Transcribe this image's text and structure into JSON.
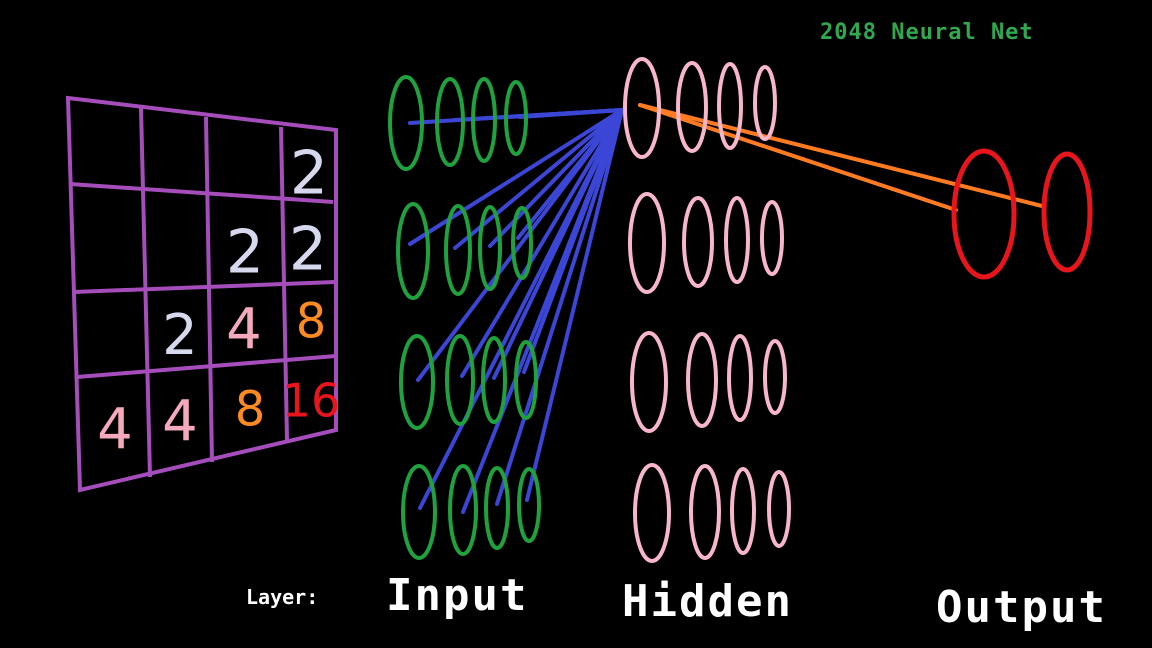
{
  "title": "2048 Neural Net",
  "layer_prefix": "Layer:",
  "layers": {
    "input": "Input",
    "hidden": "Hidden",
    "output": "Output"
  },
  "board": {
    "cells": [
      [
        "",
        "",
        "",
        "2"
      ],
      [
        "",
        "",
        "2",
        "2"
      ],
      [
        "",
        "2",
        "4",
        "8"
      ],
      [
        "4",
        "4",
        "8",
        "16"
      ]
    ]
  },
  "colors": {
    "grid": "#a44dbb",
    "input_nodes": "#1fa23e",
    "hidden_nodes": "#f7b6cb",
    "output_nodes": "#e8161c",
    "input_to_hidden_edges": "#3c46d6",
    "hidden_to_output_edges": "#ff7b22",
    "tile_2": "#d6d8ee",
    "tile_4": "#f4a9bd",
    "tile_8": "#ff8a22",
    "tile_16": "#e8161c"
  }
}
